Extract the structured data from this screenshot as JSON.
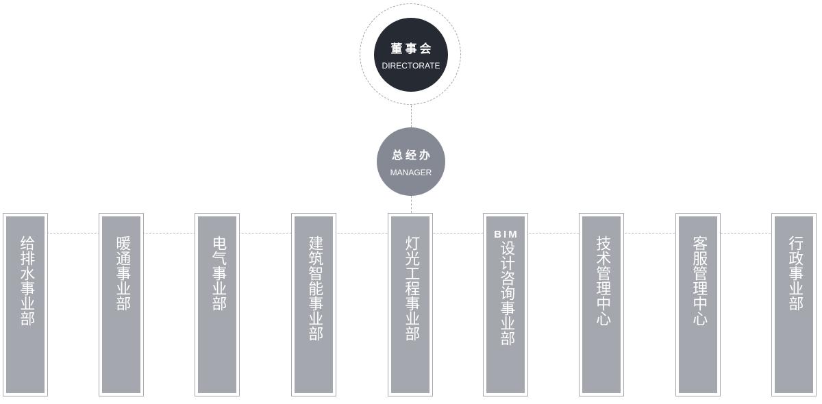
{
  "board": {
    "title": "董事会",
    "subtitle": "DIRECTORATE"
  },
  "manager": {
    "title": "总经办",
    "subtitle": "MANAGER"
  },
  "departments": [
    {
      "prefix": "",
      "name": "给排水事业部"
    },
    {
      "prefix": "",
      "name": "暖通事业部"
    },
    {
      "prefix": "",
      "name": "电气事业部"
    },
    {
      "prefix": "",
      "name": "建筑智能事业部"
    },
    {
      "prefix": "",
      "name": "灯光工程事业部"
    },
    {
      "prefix": "BIM",
      "name": "设计咨询事业部"
    },
    {
      "prefix": "",
      "name": "技术管理中心"
    },
    {
      "prefix": "",
      "name": "客服管理中心"
    },
    {
      "prefix": "",
      "name": "行政事业部"
    }
  ]
}
